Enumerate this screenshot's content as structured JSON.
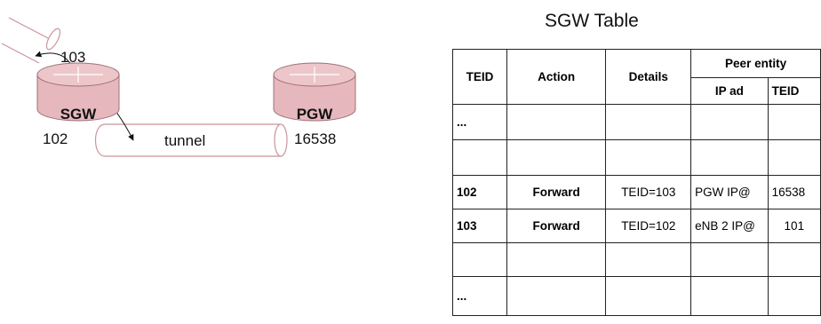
{
  "diagram": {
    "sgw_label": "SGW",
    "pgw_label": "PGW",
    "sgw_teid": "102",
    "pgw_teid": "16538",
    "incoming_teid": "103",
    "tunnel_label": "tunnel",
    "colors": {
      "router_fill": "#e6b8bd",
      "router_edge": "#a07078",
      "tunnel_edge": "#c9959b"
    }
  },
  "table": {
    "title": "SGW Table",
    "headers": {
      "teid": "TEID",
      "action": "Action",
      "details": "Details",
      "peer_entity": "Peer entity",
      "ip_ad": "IP ad",
      "peer_teid": "TEID"
    },
    "rows": [
      {
        "teid": "...",
        "action": "",
        "details": "",
        "ip": "",
        "peer_teid": ""
      },
      {
        "teid": "",
        "action": "",
        "details": "",
        "ip": "",
        "peer_teid": ""
      },
      {
        "teid": "102",
        "action": "Forward",
        "details": "TEID=103",
        "ip": "PGW IP@",
        "peer_teid": "16538"
      },
      {
        "teid": "103",
        "action": "Forward",
        "details": "TEID=102",
        "ip": "eNB 2 IP@",
        "peer_teid": "101"
      },
      {
        "teid": "",
        "action": "",
        "details": "",
        "ip": "",
        "peer_teid": ""
      },
      {
        "teid": "...",
        "action": "",
        "details": "",
        "ip": "",
        "peer_teid": ""
      }
    ]
  }
}
